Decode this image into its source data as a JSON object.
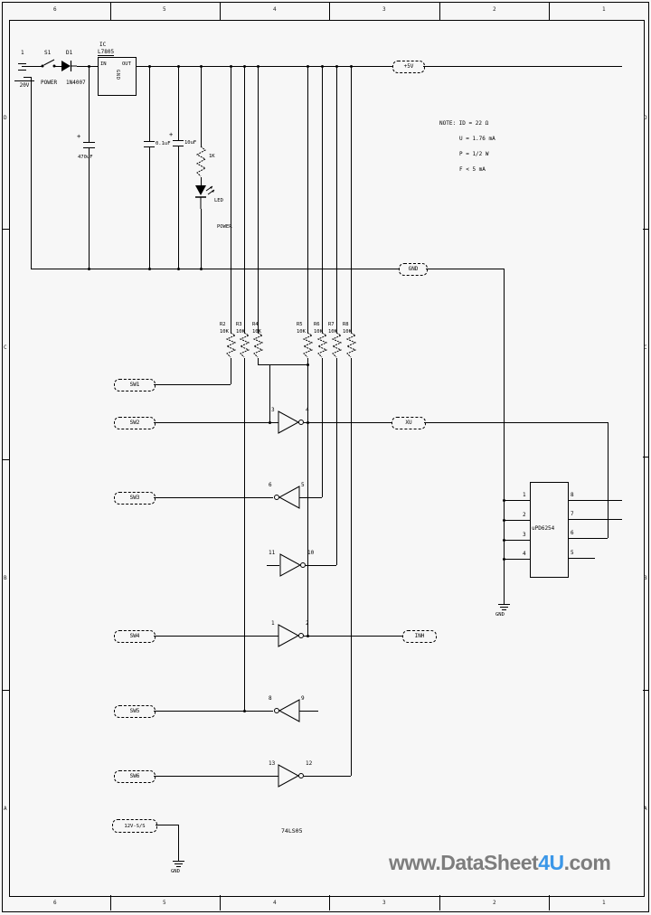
{
  "frame": {
    "top_zones": [
      "6",
      "5",
      "4",
      "3",
      "2",
      "1"
    ],
    "bottom_zones": [
      "6",
      "5",
      "4",
      "3",
      "2",
      "1"
    ],
    "left_zones": [
      "D",
      "C",
      "B",
      "A"
    ],
    "right_zones": [
      "D",
      "C",
      "B",
      "A"
    ]
  },
  "power": {
    "pin1": "1",
    "conn_label": "20V",
    "switch_ref": "S1",
    "switch_label": "POWER",
    "diode_ref": "D1",
    "diode_label": "1N4007",
    "reg_ref": "IC",
    "reg_part": "L7805",
    "reg_in": "IN",
    "reg_out": "OUT",
    "reg_gnd": "GND",
    "c1_plus": "+",
    "c1_value": "470uF",
    "c2_value": "0.1uF",
    "c3_plus": "+",
    "c3_value": "10uF",
    "r1_value": "1K",
    "led_label": "LED",
    "led_sub": "POWER",
    "rail_label": "+5V",
    "gnd_flag": "GND"
  },
  "note": {
    "line1": "NOTE: ID = 22 Ω",
    "line2": "U = 1.76 mA",
    "line3": "P = 1/2 W",
    "line4": "F < 5 mA"
  },
  "resistors": [
    {
      "name": "R2",
      "value": "10K"
    },
    {
      "name": "R3",
      "value": "10K"
    },
    {
      "name": "R4",
      "value": "10K"
    },
    {
      "name": "R5",
      "value": "10K"
    },
    {
      "name": "R6",
      "value": "10K"
    },
    {
      "name": "R7",
      "value": "10K"
    },
    {
      "name": "R8",
      "value": "10K"
    }
  ],
  "inputs": [
    "SW1",
    "SW2",
    "SW3",
    "SW4",
    "SW5",
    "SW6"
  ],
  "gates": [
    {
      "in": "3",
      "out": "4"
    },
    {
      "in": "5",
      "out": "6"
    },
    {
      "in": "11",
      "out": "10"
    },
    {
      "in": "1",
      "out": "2"
    },
    {
      "in": "9",
      "out": "8"
    },
    {
      "in": "13",
      "out": "12"
    }
  ],
  "net_flags": {
    "out1": "XU",
    "out2": "INH"
  },
  "ic": {
    "part": "uPD6254",
    "left_pins": [
      "1",
      "2",
      "3",
      "4"
    ],
    "right_pins": [
      "8",
      "7",
      "6",
      "5"
    ]
  },
  "chip_label": "74LS05",
  "bottom_flag": "12V-S/S",
  "gnd_symbol_label": "GND",
  "watermark": {
    "part1": "www.DataSheet",
    "part2": "4U",
    "part3": ".com",
    "gray": "#7d7d7d",
    "blue": "#3b97e8"
  }
}
